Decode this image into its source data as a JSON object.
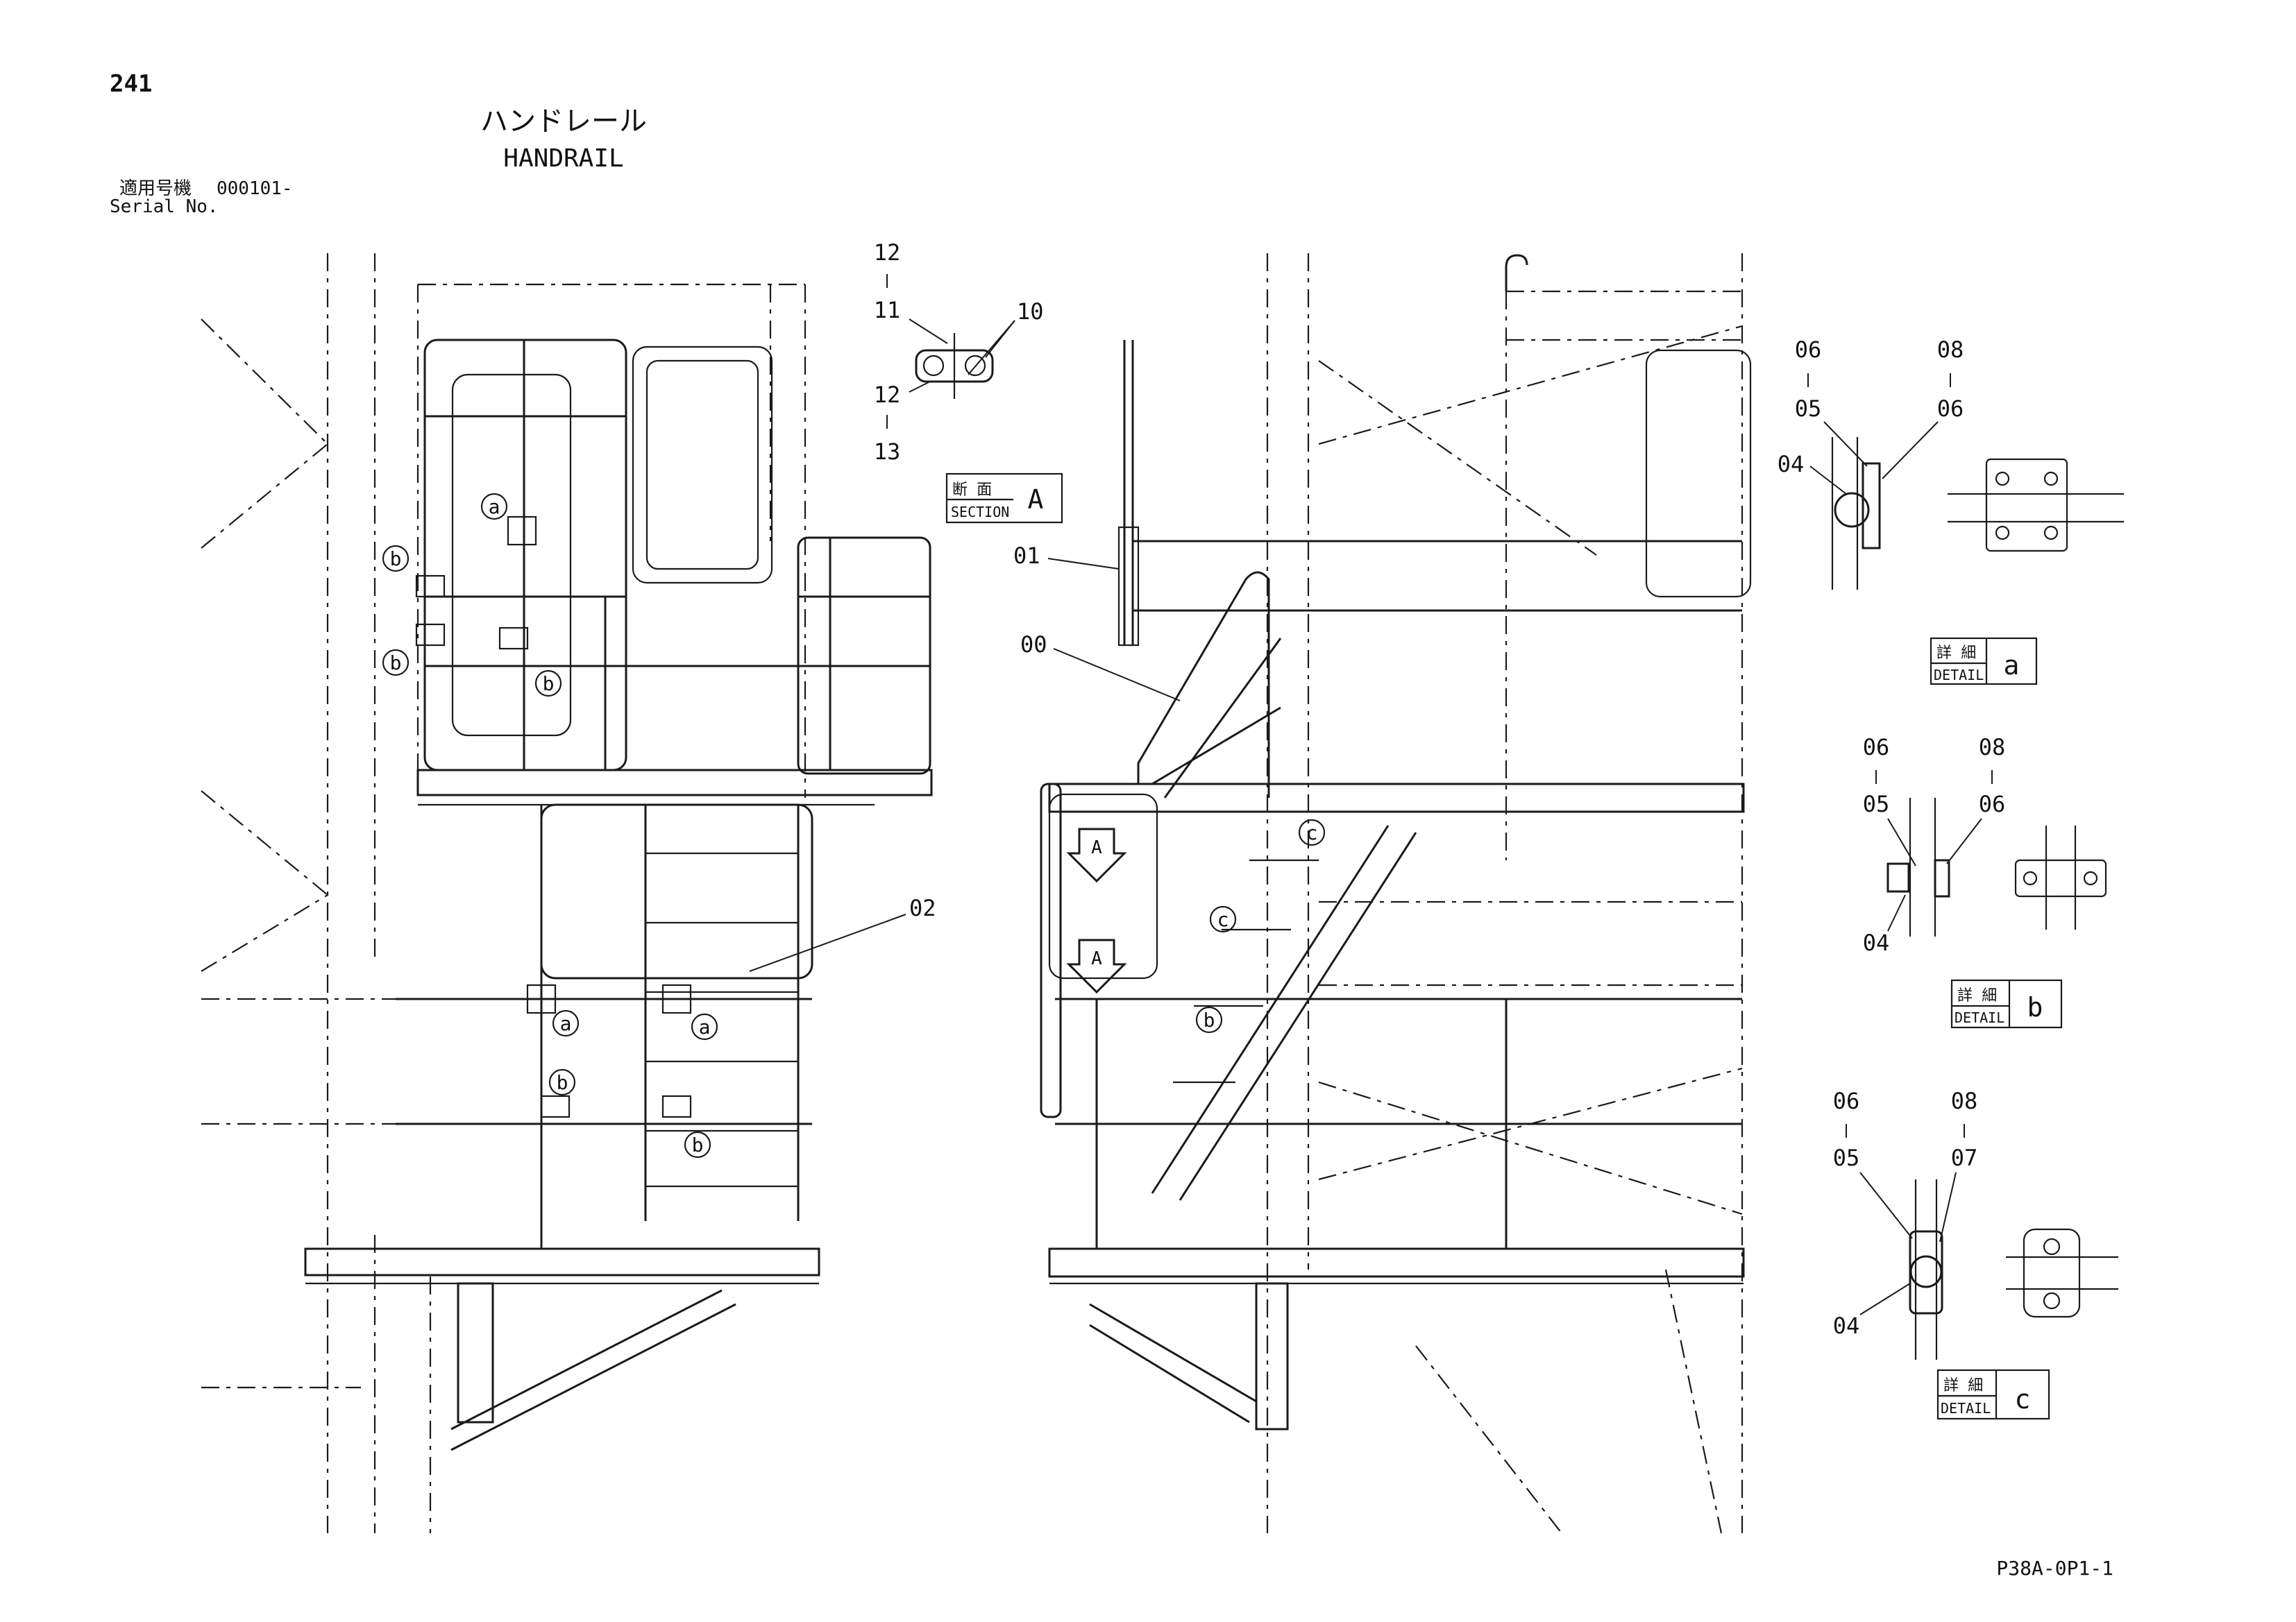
{
  "header": {
    "page_number": "241",
    "title_ja": "ハンドレール",
    "title_en": "HANDRAIL",
    "serial_label_ja": "適用号機",
    "serial_label_en": "Serial No.",
    "serial_value": "000101-"
  },
  "part_numbers": {
    "p00": "00",
    "p01": "01",
    "p02": "02",
    "p10": "10",
    "p11": "11",
    "p12": "12",
    "p13": "13"
  },
  "section_tag": {
    "ja": "断 面",
    "en": "SECTION",
    "letter": "A"
  },
  "view_markers": [
    "A",
    "A"
  ],
  "callouts": [
    "a",
    "b",
    "c"
  ],
  "details": [
    {
      "ja": "詳 細",
      "en": "DETAIL",
      "letter": "a",
      "labels": [
        "06",
        "08",
        "05",
        "06",
        "04"
      ]
    },
    {
      "ja": "詳 細",
      "en": "DETAIL",
      "letter": "b",
      "labels": [
        "06",
        "08",
        "05",
        "06",
        "04"
      ]
    },
    {
      "ja": "詳 細",
      "en": "DETAIL",
      "letter": "c",
      "labels": [
        "06",
        "08",
        "05",
        "07",
        "04"
      ]
    }
  ],
  "footer": {
    "drawing_code": "P38A-0P1-1"
  }
}
